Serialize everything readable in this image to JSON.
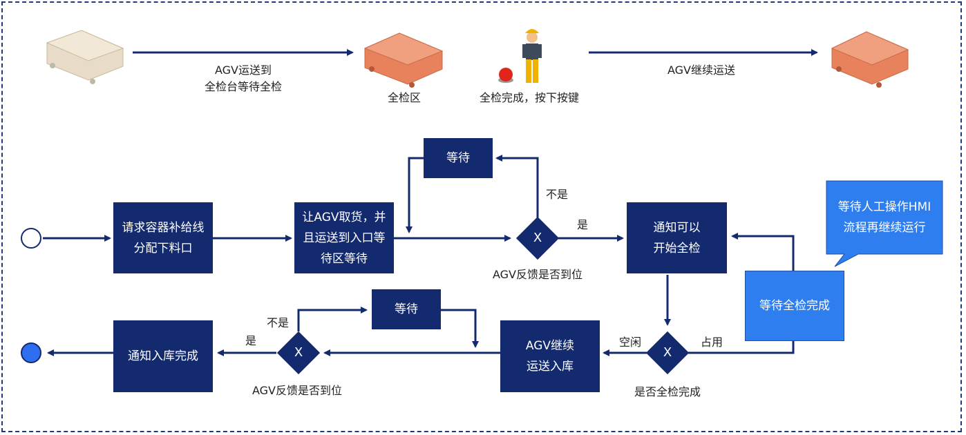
{
  "top": {
    "label_transport_to_station": "AGV运送到\n全检台等待全检",
    "label_full_check_zone": "全检区",
    "label_check_done_press": "全检完成，按下按键",
    "label_continue_transport": "AGV继续运送"
  },
  "flow": {
    "box_request": "请求容器补给线\n分配下料口",
    "box_pickup": "让AGV取货，并\n且运送到入口等\n待区等待",
    "box_wait_top": "等待",
    "box_notify_start": "通知可以\n开始全检",
    "box_wait_check": "等待全检完成",
    "box_continue": "AGV继续\n运送入库",
    "box_wait_bottom": "等待",
    "box_notify_done": "通知入库完成",
    "gate_symbol": "X",
    "gate1_label": "AGV反馈是否到位",
    "gate2_label": "是否全检完成",
    "gate3_label": "AGV反馈是否到位",
    "yes": "是",
    "no": "不是",
    "idle": "空闲",
    "occupied": "占用",
    "callout": "等待人工操作HMI\n流程再继续运行"
  },
  "colors": {
    "dark_box": "#142a6e",
    "light_box": "#2f7ef0",
    "agv_beige": "#e8dcc8",
    "agv_orange": "#e8825c"
  }
}
